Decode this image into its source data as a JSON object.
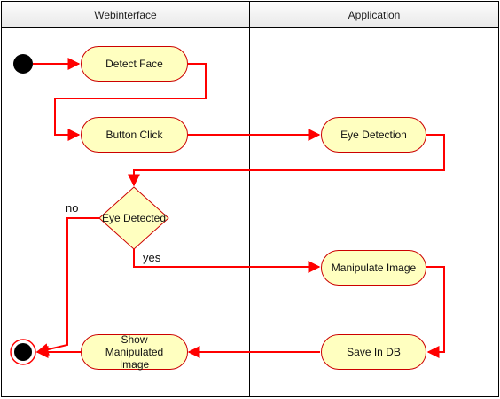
{
  "lanes": [
    {
      "title": "Webinterface"
    },
    {
      "title": "Application"
    }
  ],
  "nodes": {
    "detect_face": "Detect Face",
    "button_click": "Button Click",
    "eye_detection": "Eye Detection",
    "eye_detected": "Eye Detected",
    "manipulate_image": "Manipulate Image",
    "save_in_db": "Save In DB",
    "show_manipulated_image": "Show Manipulated Image"
  },
  "labels": {
    "no": "no",
    "yes": "yes"
  },
  "colors": {
    "edge": "#ff0000",
    "node_fill": "#ffffc0",
    "node_border": "#cc0000"
  }
}
